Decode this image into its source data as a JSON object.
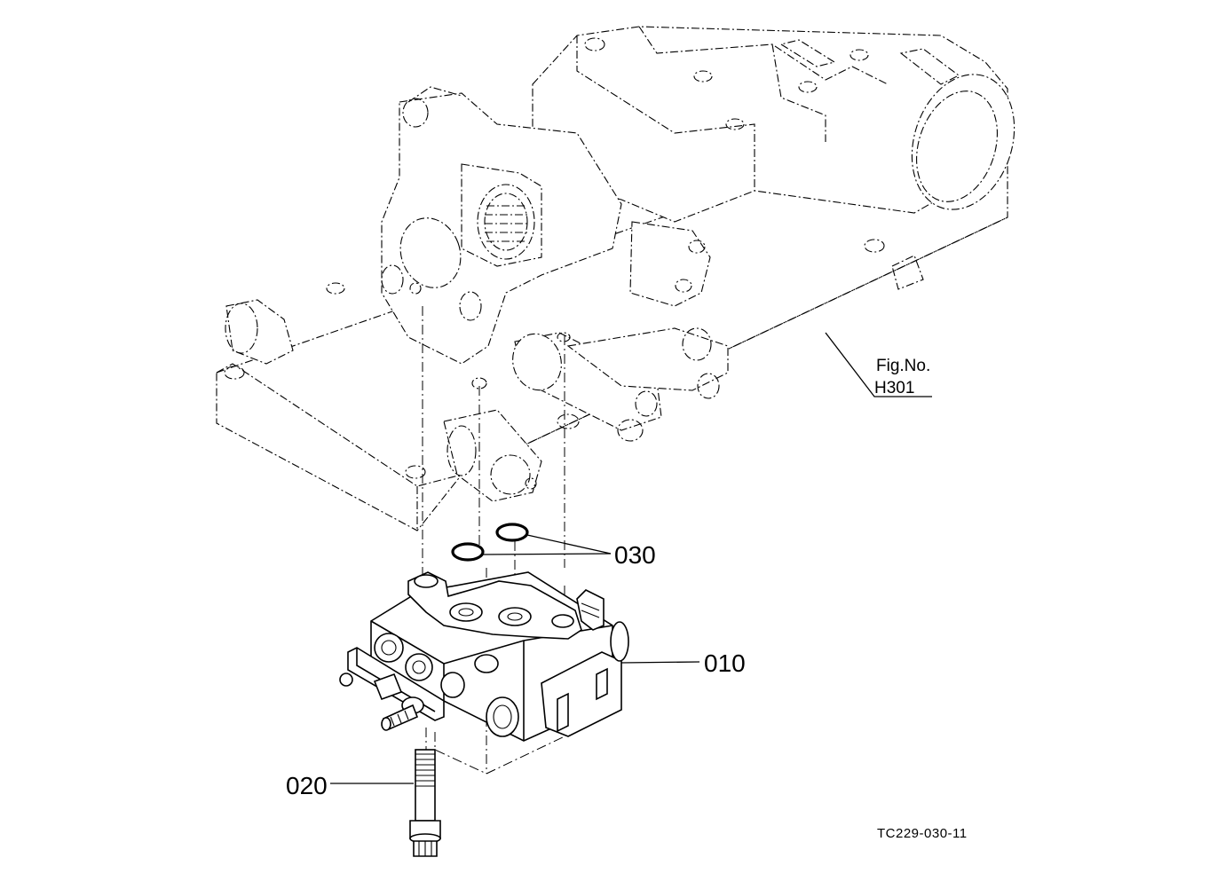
{
  "figure": {
    "fig_ref_title": "Fig.No.",
    "fig_ref_number": "H301",
    "drawing_code": "TC229-030-11"
  },
  "parts": [
    {
      "number": "010"
    },
    {
      "number": "020"
    },
    {
      "number": "030"
    }
  ]
}
